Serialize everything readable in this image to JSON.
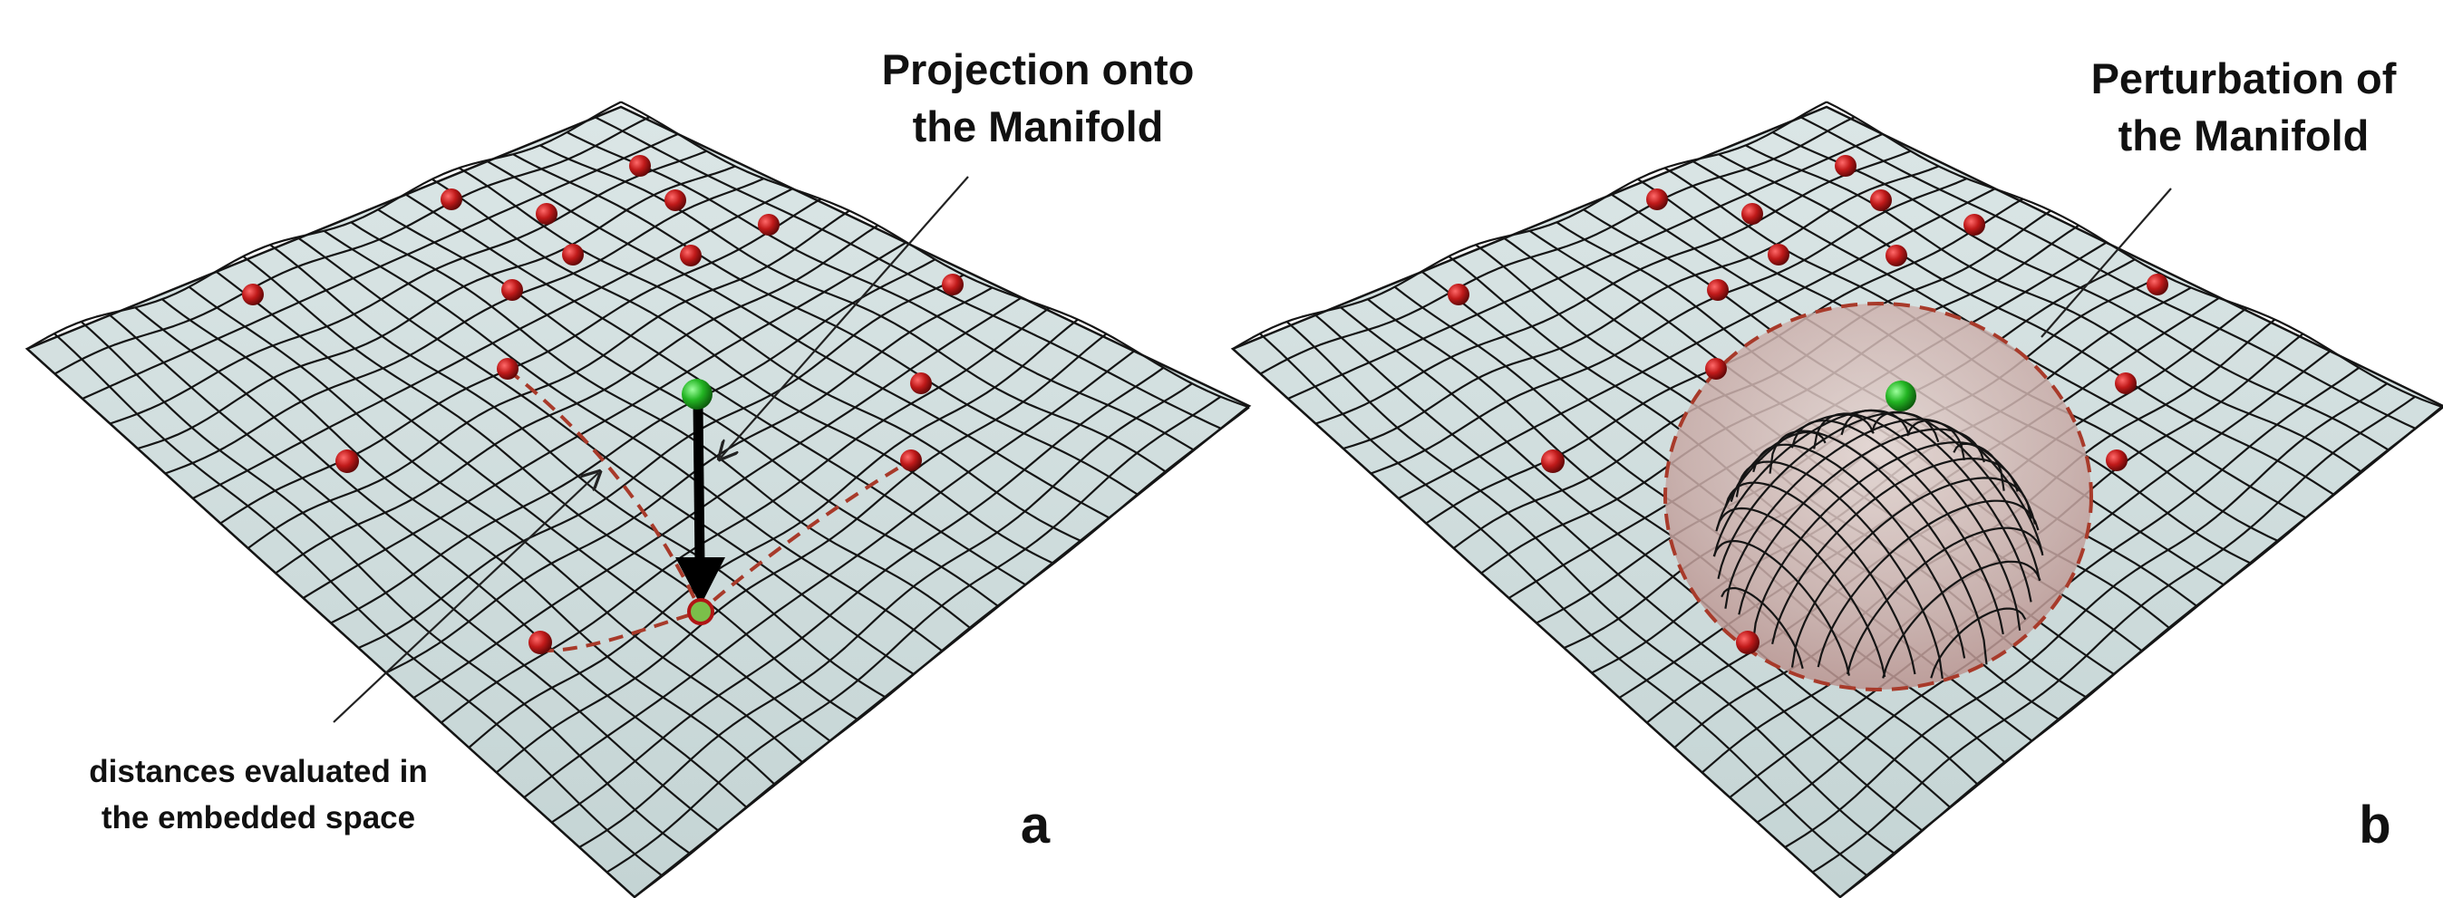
{
  "panels": {
    "a": {
      "letter": "a",
      "title_line1": "Projection onto",
      "title_line2": "the Manifold",
      "note_line1": "distances evaluated in",
      "note_line2": "the embedded space"
    },
    "b": {
      "letter": "b",
      "title_line1": "Perturbation of",
      "title_line2": "the Manifold"
    }
  },
  "colors": {
    "surface": "#cfdcdc",
    "mesh": "#151515",
    "point_red": "#b01515",
    "point_green": "#22b522",
    "dashed_path": "#a83a2a",
    "perturbation_fill": "#c9a8a4"
  }
}
